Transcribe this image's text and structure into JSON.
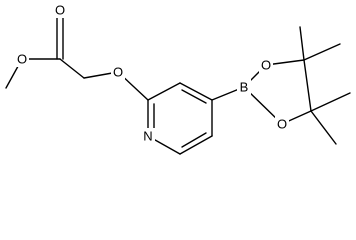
{
  "molecule": {
    "atoms": {
      "carbonyl_oxygen": "O",
      "ester_oxygen": "O",
      "ether_oxygen": "O",
      "ring_nitrogen": "N",
      "boron": "B",
      "boronate_oxygen_top": "O",
      "boronate_oxygen_bottom": "O"
    }
  }
}
